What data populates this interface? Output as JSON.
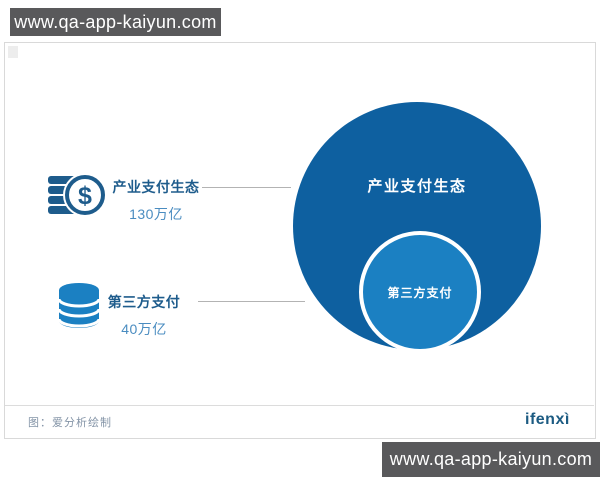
{
  "watermarks": {
    "top": "www.qa-app-kaiyun.com",
    "bottom": "www.qa-app-kaiyun.com"
  },
  "legend": {
    "items": [
      {
        "icon": "coins-dollar-icon",
        "label": "产业支付生态",
        "value": "130万亿"
      },
      {
        "icon": "database-icon",
        "label": "第三方支付",
        "value": "40万亿"
      }
    ]
  },
  "diagram": {
    "type": "nested-circles",
    "outer": {
      "label": "产业支付生态",
      "value": "130万亿",
      "color": "#0e60a0"
    },
    "inner": {
      "label": "第三方支付",
      "value": "40万亿",
      "color": "#1b80c2"
    }
  },
  "footer": {
    "caption": "图：爱分析绘制",
    "brand": "ifenxì"
  },
  "colors": {
    "watermark_bar": "#59595b",
    "label_dark_blue": "#1e5c8c",
    "value_blue": "#4a8cc0",
    "outer_circle": "#0e60a0",
    "inner_circle": "#1b80c2",
    "connector_gray": "#b3b3b3"
  }
}
